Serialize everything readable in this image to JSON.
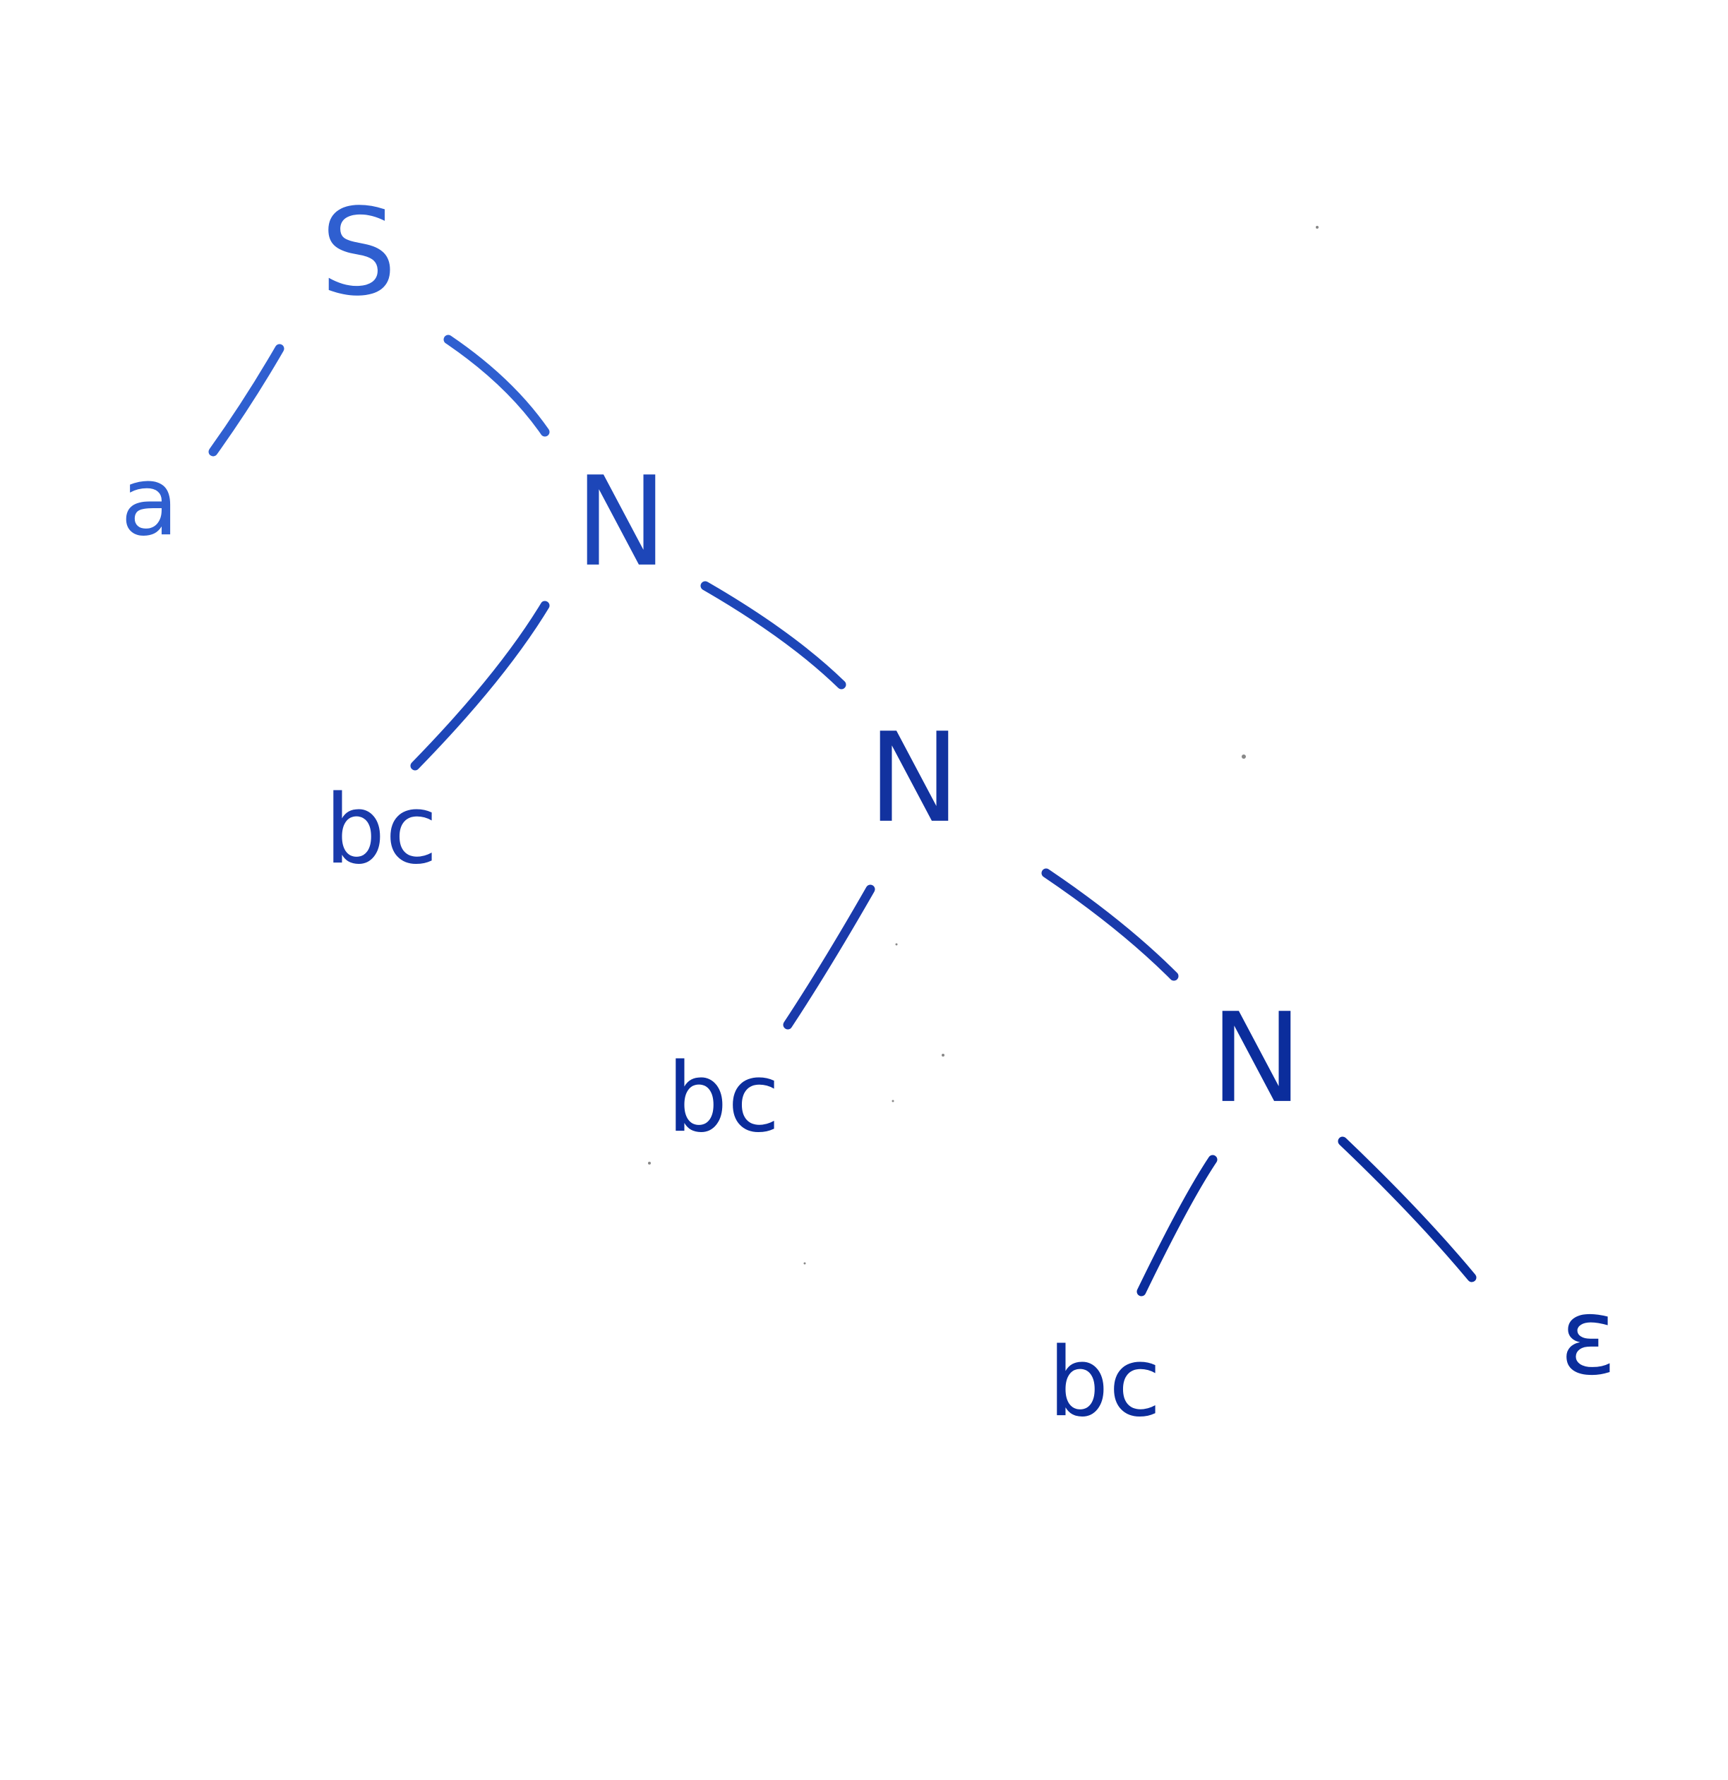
{
  "colors": {
    "background": "#ffffff",
    "ink_light": "#2f5fd0",
    "ink_dark": "#0b2d9c"
  },
  "tree": {
    "root": {
      "label": "S",
      "children": [
        {
          "label": "a"
        },
        {
          "label": "N",
          "children": [
            {
              "label": "bc"
            },
            {
              "label": "N",
              "children": [
                {
                  "label": "bc"
                },
                {
                  "label": "N",
                  "children": [
                    {
                      "label": "bc"
                    },
                    {
                      "label": "ε"
                    }
                  ]
                }
              ]
            }
          ]
        }
      ]
    }
  }
}
